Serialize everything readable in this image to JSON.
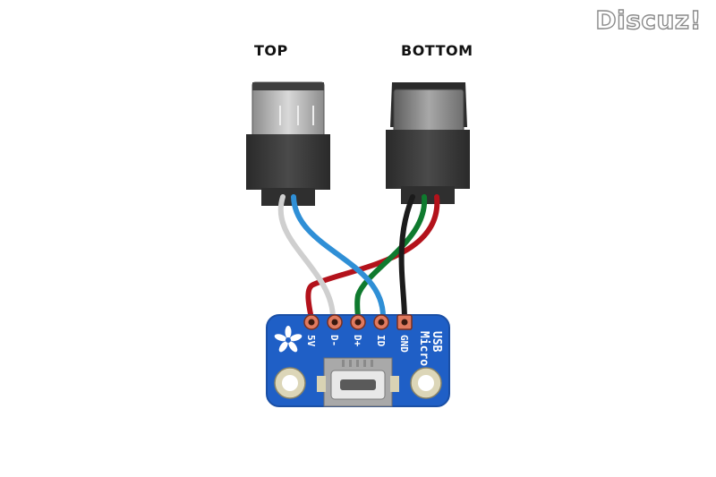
{
  "watermark": "Discuz!",
  "connectors": {
    "top_label": "TOP",
    "bottom_label": "BOTTOM"
  },
  "board": {
    "title_line1": "USB",
    "title_line2": "Micro",
    "pins": [
      "5V",
      "D-",
      "D+",
      "ID",
      "GND"
    ],
    "color": "#1f5fc6"
  },
  "wires": [
    {
      "from": "top-connector",
      "to": "D-",
      "color": "#cfcfcf"
    },
    {
      "from": "top-connector",
      "to": "ID",
      "color": "#2f8fd6"
    },
    {
      "from": "bottom-connector",
      "to": "GND",
      "color": "#1b1b1b"
    },
    {
      "from": "bottom-connector",
      "to": "D+",
      "color": "#0f7a2e"
    },
    {
      "from": "bottom-connector",
      "to": "5V",
      "color": "#b3121b"
    }
  ]
}
